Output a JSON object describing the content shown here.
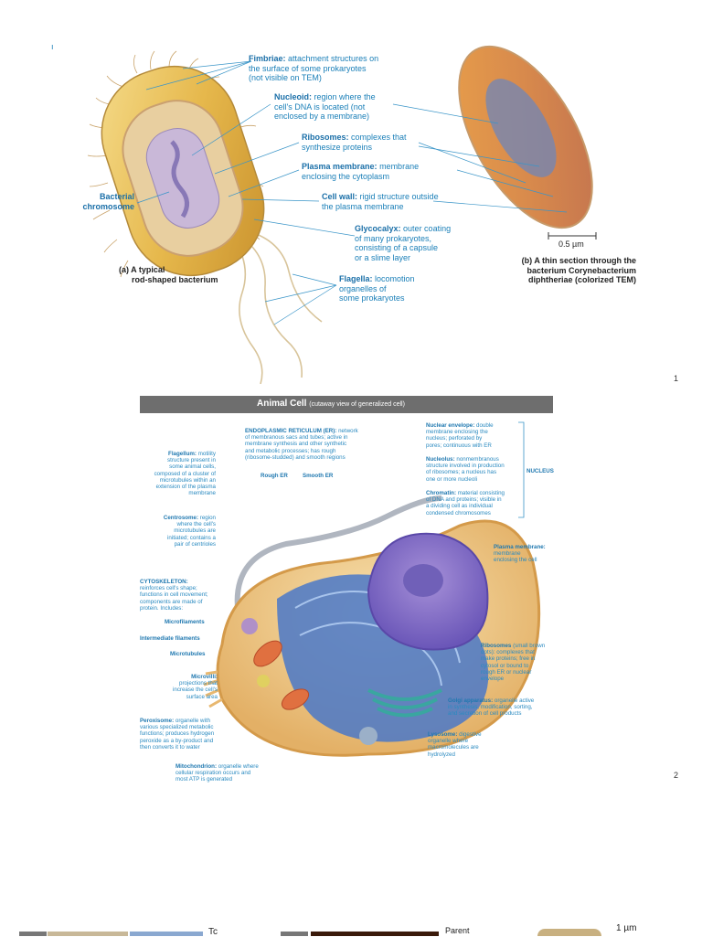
{
  "page_marks": {
    "top_left": "ı",
    "page1": "1",
    "page2": "2"
  },
  "figure1": {
    "labels": {
      "fimbriae": {
        "term": "Fimbriae:",
        "lines": [
          "attachment structures on",
          "the surface of some prokaryotes",
          "(not visible on TEM)"
        ]
      },
      "nucleoid": {
        "term": "Nucleoid:",
        "lines": [
          "region where the",
          "cell's DNA is located (not",
          "enclosed by a membrane)"
        ]
      },
      "ribosomes": {
        "term": "Ribosomes:",
        "lines": [
          "complexes that",
          "synthesize proteins"
        ]
      },
      "plasma_membrane": {
        "term": "Plasma membrane:",
        "lines": [
          "membrane",
          "enclosing the cytoplasm"
        ]
      },
      "cell_wall": {
        "term": "Cell wall:",
        "lines": [
          "rigid structure outside",
          "the plasma membrane"
        ]
      },
      "glycocalyx": {
        "term": "Glycocalyx:",
        "lines": [
          "outer coating",
          "of many prokaryotes,",
          "consisting of a capsule",
          "or a slime layer"
        ]
      },
      "flagella": {
        "term": "Flagella:",
        "lines": [
          "locomotion",
          "organelles of",
          "some prokaryotes"
        ]
      },
      "bacterial_chromosome": [
        "Bacterial",
        "chromosome"
      ]
    },
    "caption_a": [
      "(a) A typical",
      "rod-shaped bacterium"
    ],
    "caption_b": [
      "(b) A thin section through the",
      "bacterium Corynebacterium",
      "diphtheriae (colorized TEM)"
    ],
    "scale": "0.5 µm"
  },
  "figure2": {
    "title": "Animal Cell",
    "subtitle": "(cutaway view of generalized cell)",
    "er": {
      "term": "ENDOPLASMIC RETICULUM (ER):",
      "lines": [
        "network",
        "of membranous sacs and tubes; active in",
        "membrane synthesis and other synthetic",
        "and metabolic processes; has rough",
        "(ribosome-studded) and smooth regions"
      ]
    },
    "rough_er": "Rough ER",
    "smooth_er": "Smooth ER",
    "nuclear_envelope": {
      "term": "Nuclear envelope:",
      "lines": [
        "double",
        "membrane enclosing the",
        "nucleus; perforated by",
        "pores; continuous with ER"
      ]
    },
    "nucleolus": {
      "term": "Nucleolus:",
      "lines": [
        "nonmembranous",
        "structure involved in production",
        "of ribosomes; a nucleus has",
        "one or more nucleoli"
      ]
    },
    "chromatin": {
      "term": "Chromatin:",
      "lines": [
        "material consisting",
        "of DNA and proteins; visible in",
        "a dividing cell as individual",
        "condensed chromosomes"
      ]
    },
    "nucleus": "NUCLEUS",
    "flagellum": {
      "term": "Flagellum:",
      "lines": [
        "motility",
        "structure present in",
        "some animal cells,",
        "composed of a cluster of",
        "microtubules within an",
        "extension of the plasma",
        "membrane"
      ]
    },
    "centrosome": {
      "term": "Centrosome:",
      "lines": [
        "region",
        "where the cell's",
        "microtubules are",
        "initiated; contains a",
        "pair of centrioles"
      ]
    },
    "cytoskeleton": {
      "term": "CYTOSKELETON:",
      "lines": [
        "reinforces cell's shape;",
        "functions in cell movement;",
        "components are made of",
        "protein. Includes:"
      ]
    },
    "microfilaments": "Microfilaments",
    "intermediate_filaments": "Intermediate filaments",
    "microtubules": "Microtubules",
    "microvilli": {
      "term": "Microvilli:",
      "lines": [
        "projections that",
        "increase the cell's",
        "surface area"
      ]
    },
    "peroxisome": {
      "term": "Peroxisome:",
      "lines": [
        "organelle with",
        "various specialized metabolic",
        "functions; produces hydrogen",
        "peroxide as a by-product and",
        "then converts it to water"
      ]
    },
    "mitochondrion": {
      "term": "Mitochondrion:",
      "lines": [
        "organelle where",
        "cellular respiration occurs and",
        "most ATP is generated"
      ]
    },
    "plasma_membrane": {
      "term": "Plasma membrane:",
      "lines": [
        "membrane",
        "enclosing the cell"
      ]
    },
    "ribosomes": {
      "term": "Ribosomes",
      "lines": [
        "(small brown",
        "dots): complexes that",
        "make proteins; free in",
        "cytosol or bound to",
        "rough ER or nuclear",
        "envelope"
      ]
    },
    "golgi": {
      "term": "Golgi apparatus:",
      "lines": [
        "organelle active",
        "in synthesis, modification, sorting,",
        "and secretion of cell products"
      ]
    },
    "lysosome": {
      "term": "Lysosome:",
      "lines": [
        "digestive",
        "organelle where",
        "macromolecules are",
        "hydrolyzed"
      ]
    }
  },
  "bottom_strip": {
    "parent": "Parent",
    "scale": "1 µm",
    "partial_text": "Tc"
  }
}
